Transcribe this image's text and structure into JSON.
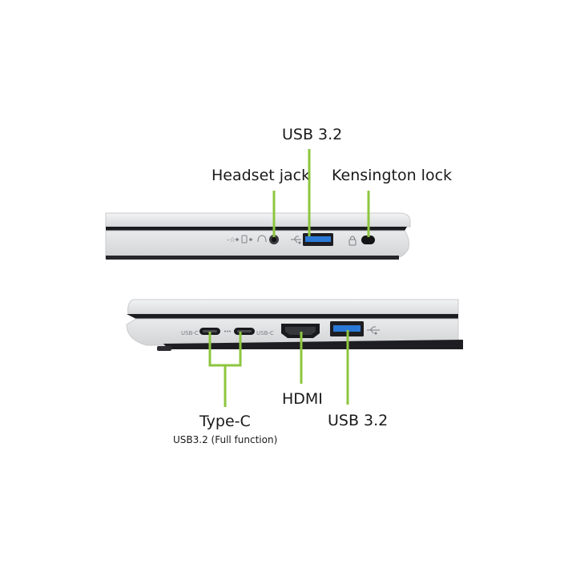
{
  "top_view": {
    "labels": {
      "usb": "USB 3.2",
      "headset": "Headset jack",
      "kensington": "Kensington lock"
    }
  },
  "bottom_view": {
    "labels": {
      "hdmi": "HDMI",
      "usb": "USB 3.2",
      "typec": "Type-C",
      "typec_sub": "USB3.2 (Full function)"
    },
    "port_marks": {
      "usbc_1": "USB-C",
      "usbc_2": "USB-C"
    }
  },
  "colors": {
    "callout": "#8dc63f",
    "usb_blue": "#2b79d6",
    "chassis": "#e6e7e9",
    "edge_dark": "#1b1b1f"
  }
}
